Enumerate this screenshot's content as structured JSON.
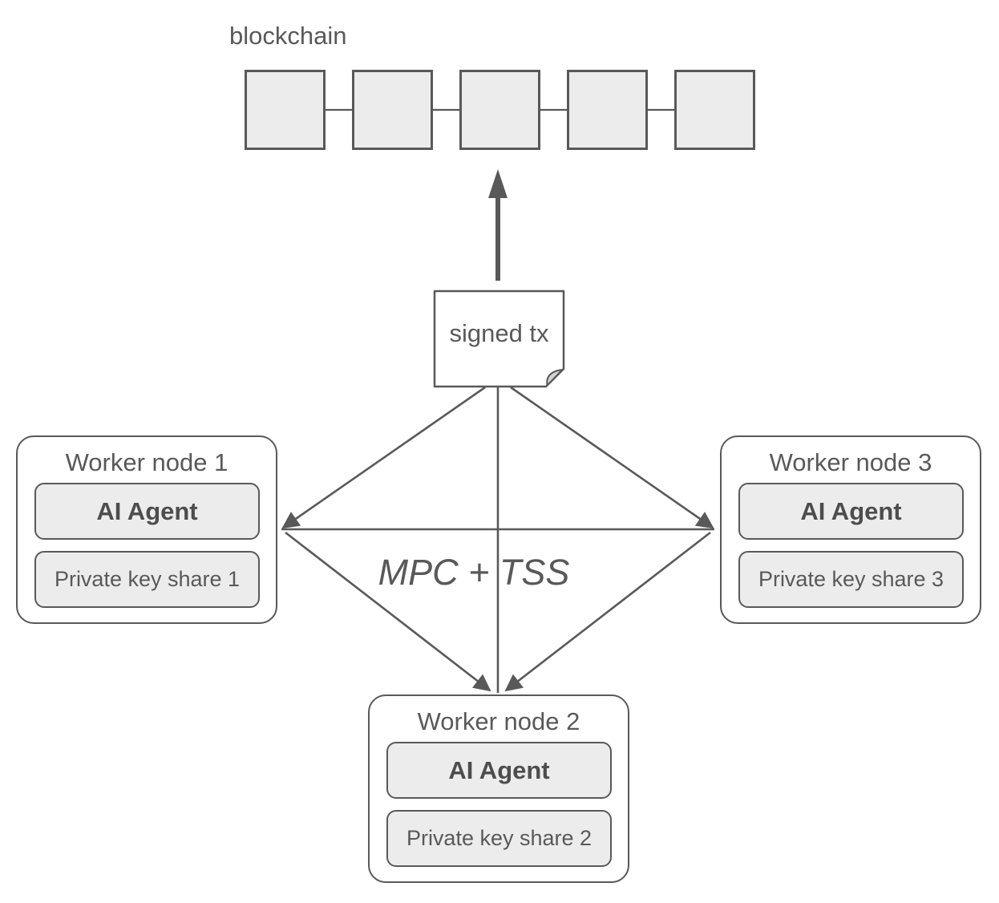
{
  "colors": {
    "stroke": "#595959",
    "fill_light": "#ececec",
    "fill_white": "#ffffff",
    "text": "#595959",
    "text_dark": "#4d4d4d",
    "fold": "#d5d5d5",
    "background": "#ffffff"
  },
  "blockchain": {
    "label": "blockchain",
    "block_count": 5
  },
  "signed_tx": {
    "label": "signed tx"
  },
  "protocol": {
    "label": "MPC + TSS"
  },
  "nodes": [
    {
      "title": "Worker node 1",
      "agent": "AI Agent",
      "key_share": "Private key share 1"
    },
    {
      "title": "Worker node 2",
      "agent": "AI Agent",
      "key_share": "Private key share 2"
    },
    {
      "title": "Worker node 3",
      "agent": "AI Agent",
      "key_share": "Private key share 3"
    }
  ]
}
